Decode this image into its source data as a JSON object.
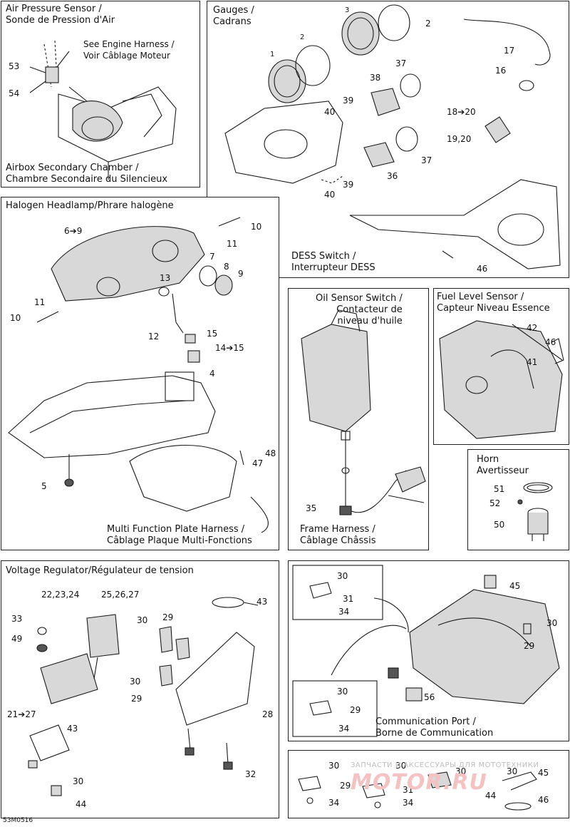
{
  "panels": {
    "air_pressure": {
      "title": "Air Pressure Sensor /\nSonde de Pression d'Air",
      "note": "See Engine Harness /\nVoir Câblage Moteur",
      "caption": "Airbox Secondary Chamber /\nChambre Secondaire du Silencieux",
      "labels": [
        "53",
        "54"
      ]
    },
    "gauges": {
      "title": "Gauges /\nCadrans",
      "dess": "DESS Switch /\nInterrupteur DESS",
      "labels": [
        "3",
        "2",
        "1",
        "2",
        "37",
        "38",
        "39",
        "40",
        "37",
        "36",
        "39",
        "40",
        "17",
        "16",
        "18➔20",
        "19,20",
        "46"
      ]
    },
    "headlamp": {
      "title": "Halogen Headlamp/Phrare halogène",
      "caption": "Multi Function Plate Harness /\nCâblage Plaque Multi-Fonctions",
      "labels": [
        "6➔9",
        "10",
        "11",
        "7",
        "8",
        "9",
        "13",
        "11",
        "10",
        "12",
        "15",
        "14➔15",
        "4",
        "48",
        "47",
        "5"
      ]
    },
    "oil_sensor": {
      "title": "Oil Sensor Switch /\nContacteur de\nniveau d'huile",
      "caption": "Frame Harness /\nCâblage Châssis",
      "labels": [
        "35"
      ]
    },
    "fuel_level": {
      "title": "Fuel Level Sensor /\nCapteur Niveau Essence",
      "labels": [
        "42",
        "46",
        "41"
      ]
    },
    "horn": {
      "title": "Horn\nAvertisseur",
      "labels": [
        "51",
        "52",
        "50"
      ]
    },
    "voltage": {
      "title": "Voltage Regulator/Régulateur de tension",
      "labels": [
        "22,23,24",
        "25,26,27",
        "43",
        "33",
        "30",
        "29",
        "49",
        "30",
        "29",
        "21➔27",
        "28",
        "43",
        "30",
        "32",
        "44"
      ]
    },
    "comm_port": {
      "caption": "Communication Port /\nBorne de Communication",
      "labels": [
        "30",
        "31",
        "34",
        "45",
        "30",
        "29",
        "30",
        "29",
        "34",
        "56"
      ]
    },
    "bottom": {
      "labels": [
        "30",
        "29",
        "34",
        "30",
        "30",
        "31",
        "34",
        "44",
        "30",
        "45",
        "46"
      ]
    }
  },
  "drawing_code": "53M0516",
  "watermark": {
    "line1": "ЗАПЧАСТИ И АКСЕССУАРЫ ДЛЯ МОТОТЕХНИКИ",
    "line2": "MOTOR.RU"
  }
}
